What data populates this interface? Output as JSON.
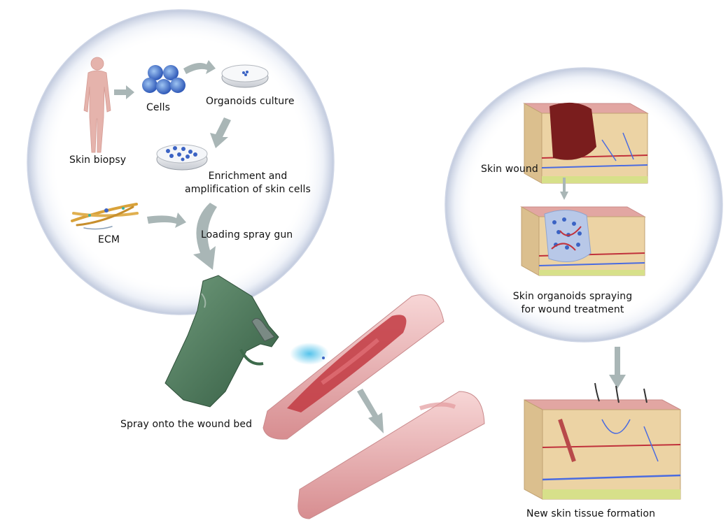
{
  "labels": {
    "skin_biopsy": "Skin biopsy",
    "cells": "Cells",
    "organoids_culture": "Organoids culture",
    "enrichment_line1": "Enrichment and",
    "enrichment_line2": "amplification of skin cells",
    "ecm": "ECM",
    "loading_spray_gun": "Loading spray gun",
    "spray_onto_wound_bed": "Spray onto the wound bed",
    "skin_wound": "Skin wound",
    "organoids_spraying_line1": "Skin organoids spraying",
    "organoids_spraying_line2": "for wound treatment",
    "new_skin_tissue_formation": "New skin tissue formation"
  },
  "colors": {
    "arrow": "#a9b6b6",
    "skin_body": "#e5b3ac",
    "cell_blue": "#3b63c4",
    "gun_green": "#4a7a5a",
    "wound_red": "#7a1d1d",
    "tissue_tan": "#ecd3a4",
    "tissue_pink": "#e2a6a2",
    "limb_pink": "#f1c1c1",
    "vessel_blue": "#4a6be0",
    "vessel_red": "#c0313b",
    "spray_blue": "#4cc0ea"
  }
}
